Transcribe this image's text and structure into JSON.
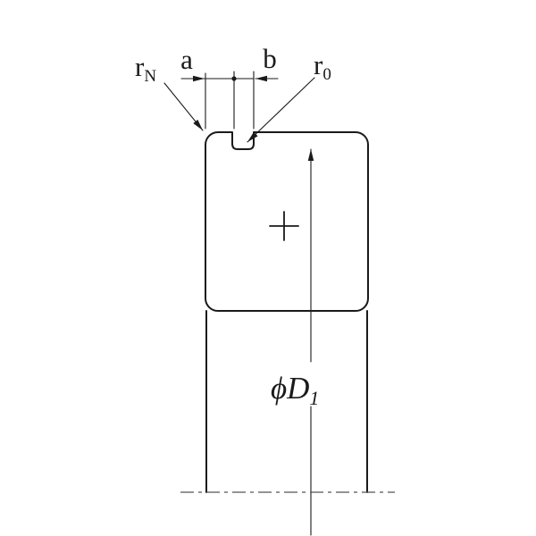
{
  "diagram": {
    "type": "bearing-cross-section-dimension-drawing",
    "labels": {
      "r_n": {
        "base": "r",
        "sub": "N"
      },
      "a": "a",
      "b": "b",
      "r_0": {
        "base": "r",
        "sub": "0"
      },
      "phi_d1": {
        "base": "ϕD",
        "sub": "1"
      }
    },
    "colors": {
      "line": "#1a1a1a",
      "centerline": "#555555",
      "background": "#ffffff"
    }
  }
}
